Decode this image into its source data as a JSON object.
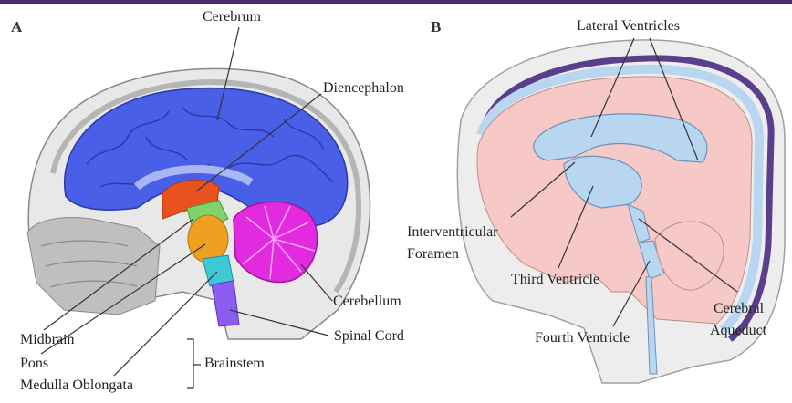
{
  "panels": {
    "a": "A",
    "b": "B"
  },
  "labels_a": {
    "cerebrum": "Cerebrum",
    "diencephalon": "Diencephalon",
    "cerebellum": "Cerebellum",
    "spinal_cord": "Spinal Cord",
    "midbrain": "Midbrain",
    "pons": "Pons",
    "medulla": "Medulla Oblongata",
    "brainstem": "Brainstem"
  },
  "labels_b": {
    "lateral_ventricles": "Lateral Ventricles",
    "interventricular_foramen_1": "Interventricular",
    "interventricular_foramen_2": "Foramen",
    "third_ventricle": "Third Ventricle",
    "cerebral_aqueduct_1": "Cerebral",
    "cerebral_aqueduct_2": "Aqueduct",
    "fourth_ventricle": "Fourth Ventricle"
  },
  "colors": {
    "frame": "#4b2a6e",
    "cerebrum": "#4a5fe8",
    "diencephalon": "#e8521e",
    "midbrain": "#7ed36a",
    "pons": "#f0a020",
    "medulla": "#3fc9d6",
    "cerebellum": "#e22be0",
    "spinal_cord": "#8a5cf0",
    "ventricle": "#b9d6f0",
    "brain_tissue": "#f6c9c6",
    "meninges": "#5a3f8c"
  }
}
